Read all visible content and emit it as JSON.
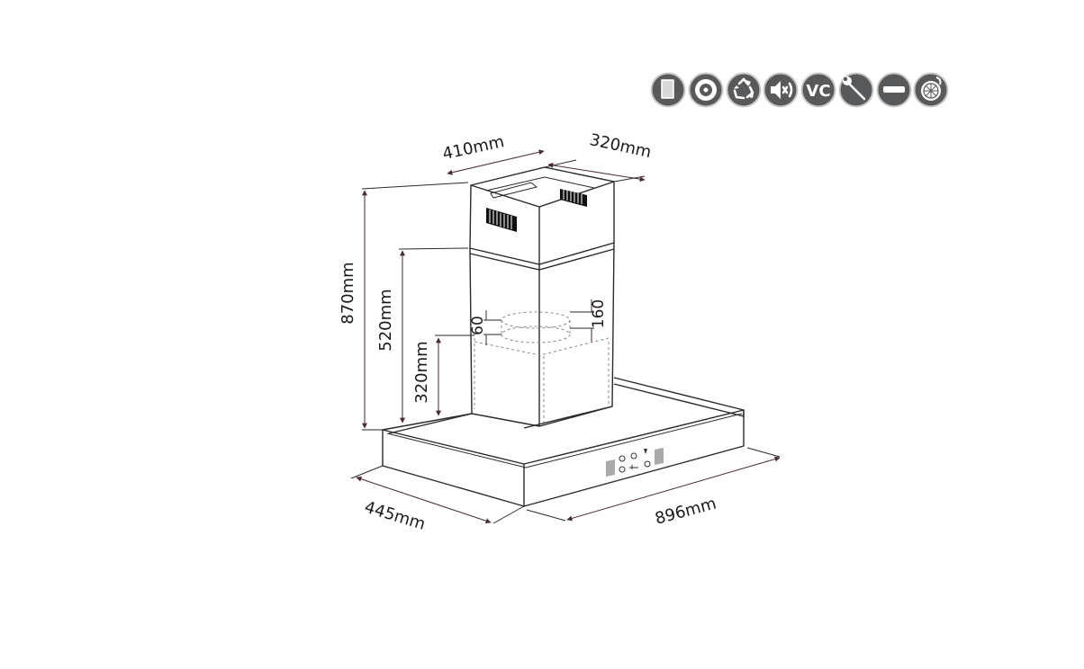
{
  "icons": [
    {
      "name": "filter-panel-icon",
      "label": ""
    },
    {
      "name": "dial-control-icon",
      "label": ""
    },
    {
      "name": "recycle-icon",
      "label": ""
    },
    {
      "name": "low-noise-icon",
      "label": ""
    },
    {
      "name": "vc-icon",
      "label": "VC"
    },
    {
      "name": "wrench-icon",
      "label": ""
    },
    {
      "name": "minus-icon",
      "label": ""
    },
    {
      "name": "turbo-fan-icon",
      "label": ""
    }
  ],
  "dimensions": {
    "chimney_width": "410mm",
    "chimney_depth": "320mm",
    "total_height": "870mm",
    "mid_height": "520mm",
    "low_height": "320mm",
    "outlet_offset": "60",
    "outlet_diameter": "160",
    "hood_depth": "445mm",
    "hood_width": "896mm"
  },
  "colors": {
    "icon_fill": "#58595b",
    "line": "#2a2a2a",
    "dimension_line": "#4a2a33"
  }
}
